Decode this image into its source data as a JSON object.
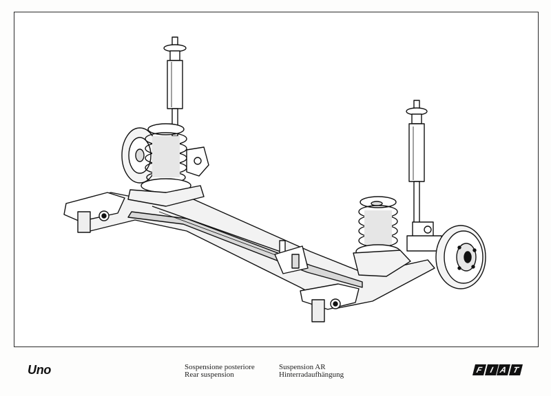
{
  "footer": {
    "model": "Uno",
    "caption_left": [
      "Sospensione posteriore",
      "Rear suspension"
    ],
    "caption_right": [
      "Suspension AR",
      "Hinterradaufhängung"
    ],
    "brand": "FIAT"
  },
  "illustration": {
    "subject": "rear suspension assembly",
    "parts": [
      "shock-absorber-left",
      "coil-spring-left",
      "brake-drum-left",
      "crossbeam",
      "coil-spring-right",
      "shock-absorber-right",
      "brake-drum-right"
    ]
  },
  "colors": {
    "ink": "#111111",
    "paper": "#ffffff",
    "shade": "#cfcfcf"
  }
}
